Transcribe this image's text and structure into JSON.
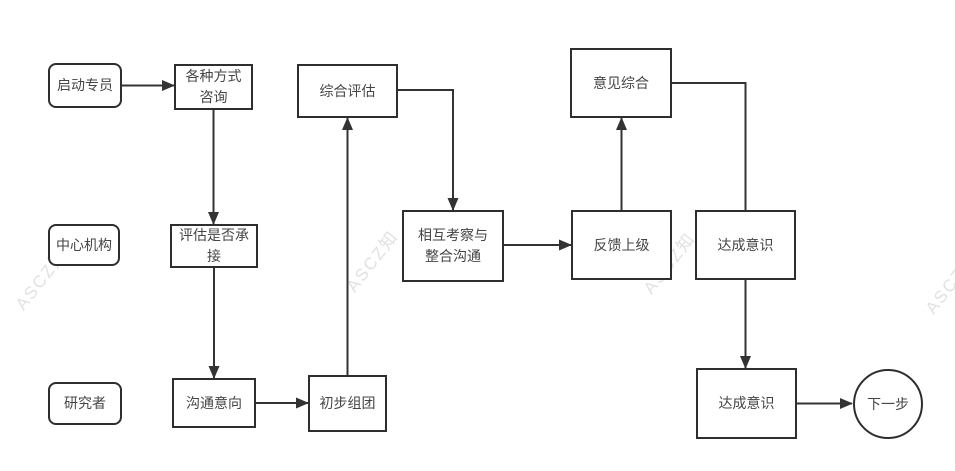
{
  "diagram": {
    "type": "flowchart",
    "watermark": "ASCZ知",
    "roles": {
      "starter": "启动专员",
      "center_org": "中心机构",
      "researcher": "研究者"
    },
    "nodes": {
      "consult": "各种方式咨询",
      "assess": "评估是否承接",
      "intent": "沟通意向",
      "overall_eval": "综合评估",
      "initial_group": "初步组团",
      "mutual_comm": "相互考察与整合沟通",
      "feedback": "反馈上级",
      "opinion": "意见综合",
      "consensus_top": "达成意识",
      "consensus_bottom": "达成意识",
      "next_step": "下一步"
    },
    "edges": [
      {
        "from": "启动专员",
        "to": "各种方式咨询",
        "arrow": true
      },
      {
        "from": "各种方式咨询",
        "to": "评估是否承接",
        "arrow": true
      },
      {
        "from": "评估是否承接",
        "to": "沟通意向",
        "arrow": true
      },
      {
        "from": "沟通意向",
        "to": "初步组团",
        "arrow": true
      },
      {
        "from": "初步组团",
        "to": "综合评估",
        "arrow": true
      },
      {
        "from": "综合评估",
        "to": "相互考察与整合沟通",
        "arrow": true
      },
      {
        "from": "相互考察与整合沟通",
        "to": "反馈上级",
        "arrow": true
      },
      {
        "from": "反馈上级",
        "to": "意见综合",
        "arrow": true
      },
      {
        "from": "意见综合",
        "to": "达成意识(上)",
        "arrow": false
      },
      {
        "from": "达成意识(上)",
        "to": "达成意识(下)",
        "arrow": true
      },
      {
        "from": "达成意识(下)",
        "to": "下一步",
        "arrow": true
      }
    ],
    "colors": {
      "line": "#333333",
      "border": "#2e2e2e",
      "text": "#454545",
      "watermark": "#c9c9c9",
      "background": "#ffffff"
    }
  }
}
